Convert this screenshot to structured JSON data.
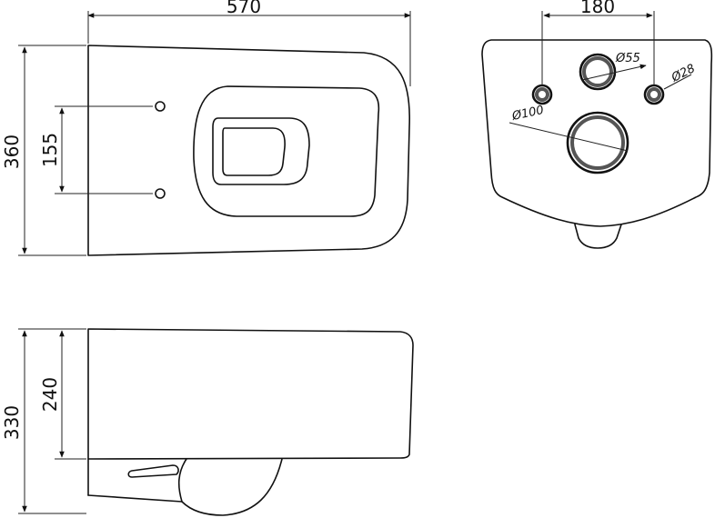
{
  "drawing": {
    "dimensions": {
      "top_length": "570",
      "top_height": "360",
      "top_bolt_spacing": "155",
      "rear_bolt_spacing": "180",
      "rear_inlet_dia": "Ø55",
      "rear_bolt_dia": "Ø28",
      "rear_outlet_dia": "Ø100",
      "side_height": "330",
      "side_bowl_height": "240"
    }
  }
}
